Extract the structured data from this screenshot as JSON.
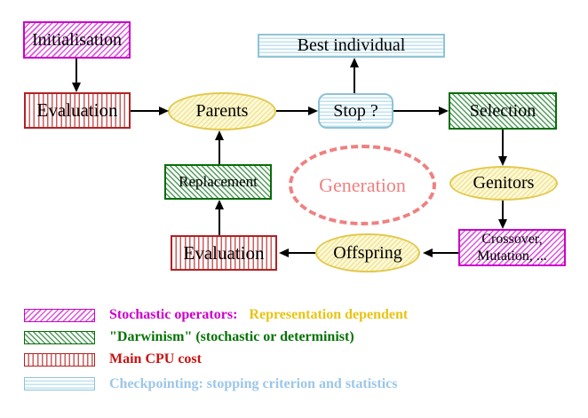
{
  "diagram": {
    "nodes": {
      "initialisation": {
        "label": "Initialisation"
      },
      "evaluation_top": {
        "label": "Evaluation"
      },
      "parents": {
        "label": "Parents"
      },
      "best_individual": {
        "label": "Best individual"
      },
      "stop": {
        "label": "Stop ?"
      },
      "selection": {
        "label": "Selection"
      },
      "replacement": {
        "label": "Replacement"
      },
      "generation": {
        "label": "Generation"
      },
      "genitors": {
        "label": "Genitors"
      },
      "crossover": {
        "line1": "Crossover,",
        "line2": "Mutation, ..."
      },
      "offspring": {
        "label": "Offspring"
      },
      "evaluation_bottom": {
        "label": "Evaluation"
      }
    },
    "edges": [
      "initialisation->evaluation_top",
      "evaluation_top->parents",
      "parents->stop",
      "stop->best_individual",
      "stop->selection",
      "selection->genitors",
      "genitors->crossover",
      "crossover->offspring",
      "offspring->evaluation_bottom",
      "evaluation_bottom->replacement",
      "replacement->parents"
    ]
  },
  "legend": {
    "rows": [
      {
        "swatch": "magenta-diagonal-hatch",
        "label": "Stochastic operators:",
        "label2": "Representation dependent"
      },
      {
        "swatch": "green-diagonal-hatch",
        "label": "\"Darwinism\" (stochastic or determinist)"
      },
      {
        "swatch": "red-vertical-stripes",
        "label": "Main CPU cost"
      },
      {
        "swatch": "cyan-horizontal-stripes",
        "label": "Checkpointing: stopping criterion and statistics"
      }
    ]
  },
  "colors": {
    "magenta": "#cc00cc",
    "red": "#b22222",
    "green": "#076d07",
    "cyan_border": "#8fc3d6",
    "light_blue_text": "#9cc6e8",
    "gold_text": "#e8c414",
    "yellow_ellipse_border": "#e2c94e",
    "salmon_dashed": "#f08080",
    "background": "#ffffff"
  }
}
